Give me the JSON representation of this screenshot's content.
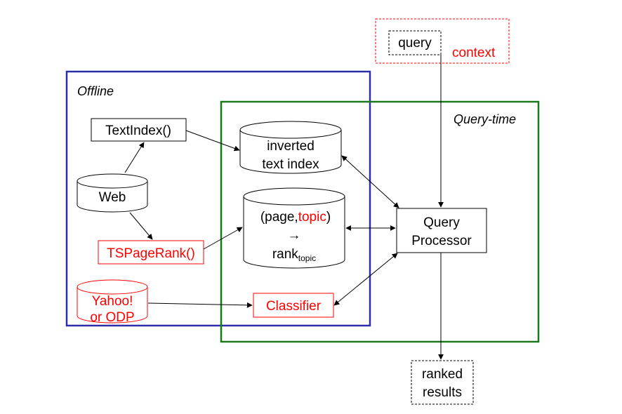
{
  "colors": {
    "offline_border": "#2e2ea8",
    "querytime_border": "#1a7a1a",
    "red": "#ff0000",
    "black": "#000000"
  },
  "regions": {
    "offline": "Offline",
    "query_time": "Query-time"
  },
  "nodes": {
    "query": "query",
    "context": "context",
    "textindex": "TextIndex()",
    "web": "Web",
    "tspagerank": "TSPageRank()",
    "yahoo_line1": "Yahoo!",
    "yahoo_line2": "or ODP",
    "inverted_line1": "inverted",
    "inverted_line2": "text index",
    "pagetopic_open": "(page,",
    "pagetopic_topic": "topic",
    "pagetopic_close": ")",
    "pagetopic_arrow": "→",
    "rank_base": "rank",
    "rank_sub": "topic",
    "classifier": "Classifier",
    "qp_line1": "Query",
    "qp_line2": "Processor",
    "ranked_line1": "ranked",
    "ranked_line2": "results"
  }
}
